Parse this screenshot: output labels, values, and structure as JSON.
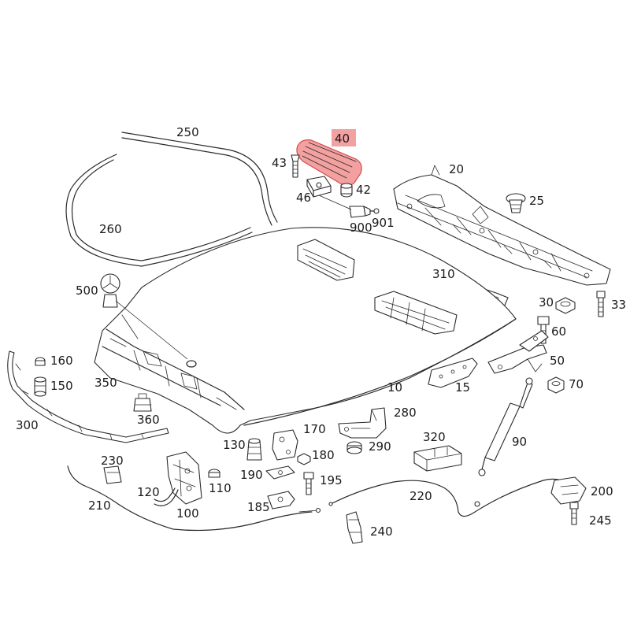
{
  "highlight_color": "#f3a0a0",
  "highlight_stroke": "#d84a4a",
  "highlighted_part": "40",
  "parts": {
    "p10": "10",
    "p15": "15",
    "p20": "20",
    "p25": "25",
    "p30": "30",
    "p33": "33",
    "p40": "40",
    "p42": "42",
    "p43": "43",
    "p46": "46",
    "p50": "50",
    "p60": "60",
    "p70": "70",
    "p90": "90",
    "p100": "100",
    "p110": "110",
    "p120": "120",
    "p130": "130",
    "p150": "150",
    "p160": "160",
    "p170": "170",
    "p180": "180",
    "p185": "185",
    "p190": "190",
    "p195": "195",
    "p200": "200",
    "p210": "210",
    "p220": "220",
    "p230": "230",
    "p240": "240",
    "p245": "245",
    "p250": "250",
    "p260": "260",
    "p280": "280",
    "p290": "290",
    "p300": "300",
    "p310": "310",
    "p320": "320",
    "p350": "350",
    "p360": "360",
    "p500": "500",
    "p900": "900",
    "p901": "901"
  }
}
